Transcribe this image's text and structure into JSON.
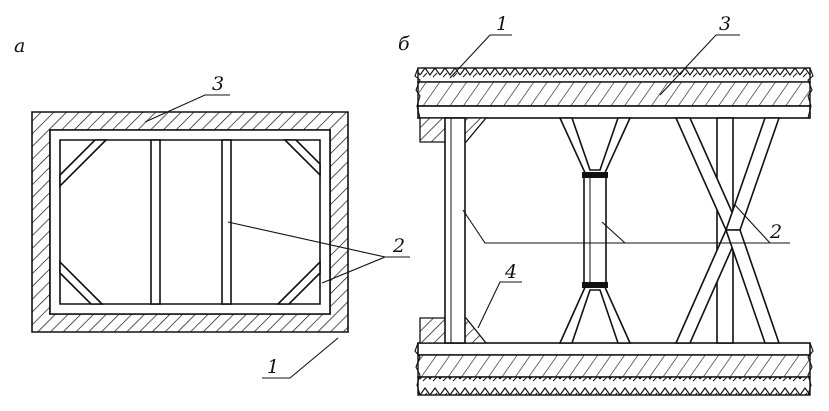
{
  "figure": {
    "panel_a": {
      "panel_label": "а",
      "callouts": {
        "one": "1",
        "two": "2",
        "three": "3"
      }
    },
    "panel_b": {
      "panel_label": "б",
      "callouts": {
        "one": "1",
        "two": "2",
        "three": "3",
        "four": "4"
      }
    }
  },
  "colors": {
    "ink": "#111111",
    "paper": "#ffffff"
  }
}
